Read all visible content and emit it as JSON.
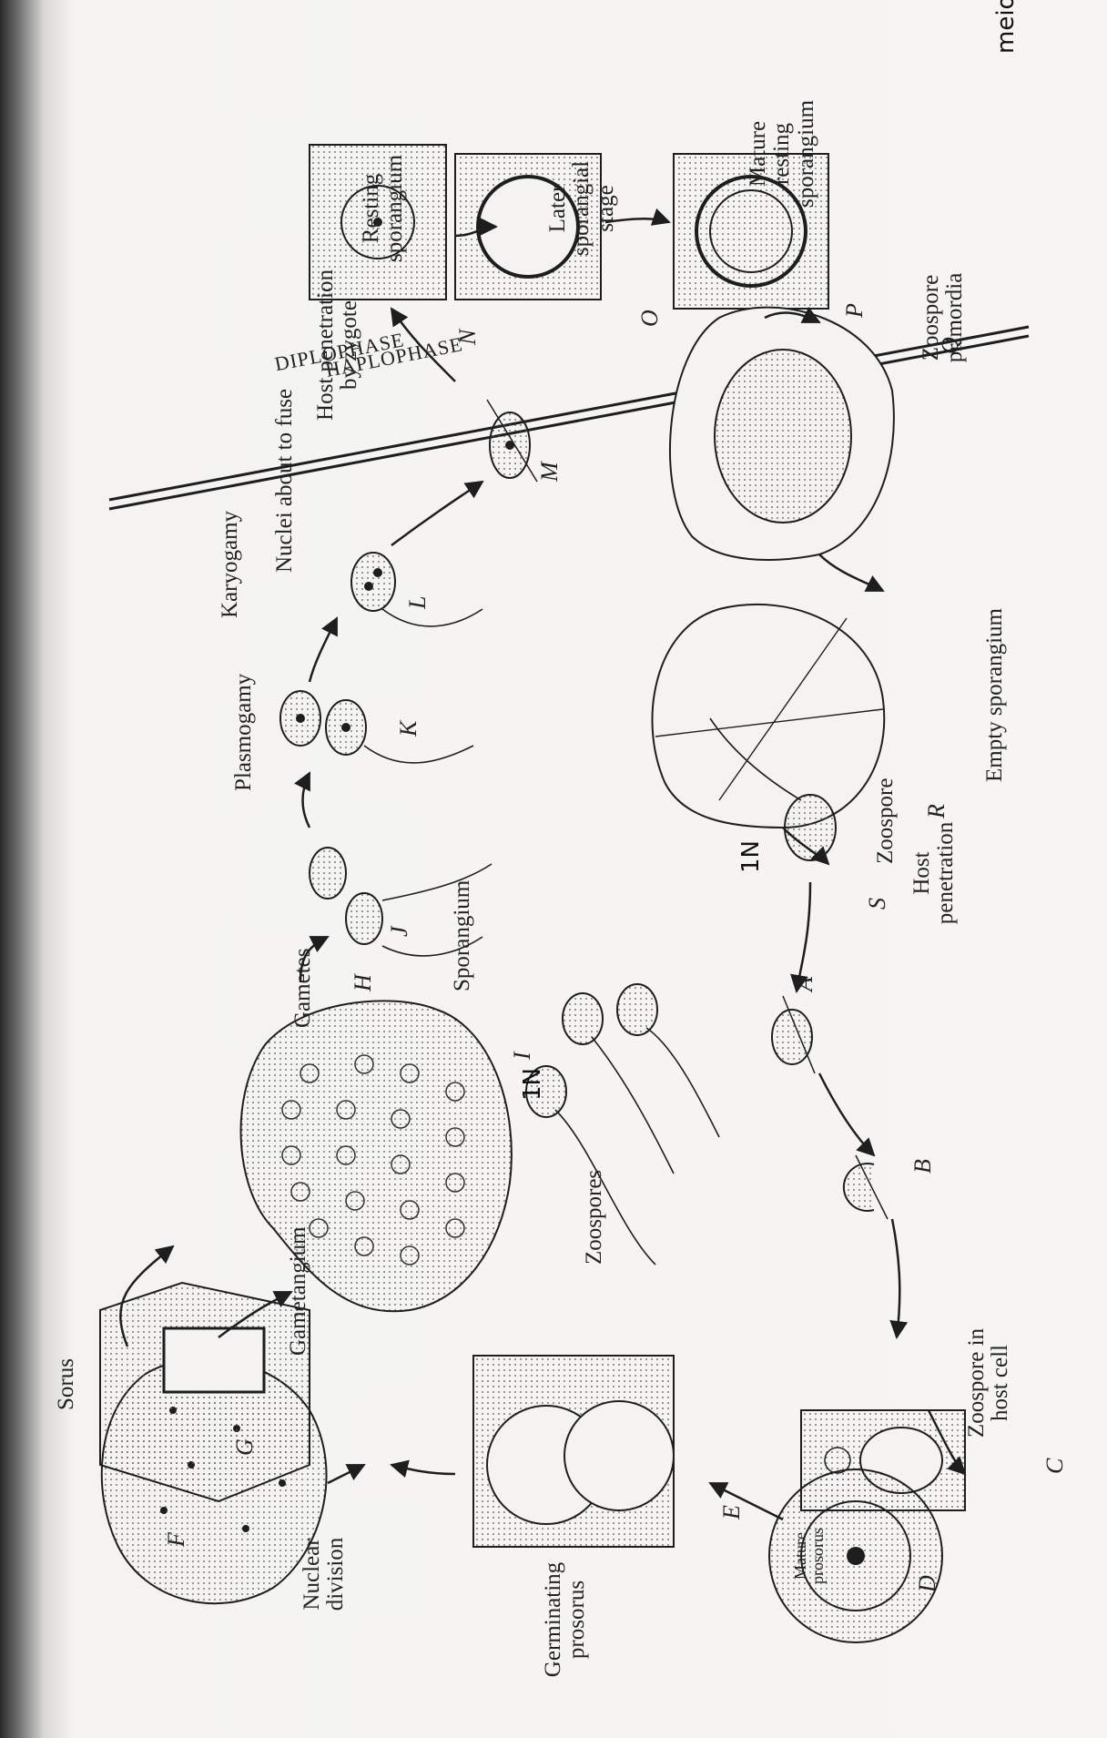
{
  "labels": {
    "sorus": "Sorus",
    "gametangium": "Gametangium",
    "gametes": "Gametes",
    "plasmogamy": "Plasmogamy",
    "karyogamy": "Karyogamy",
    "nuclei_about_to_fuse": "Nuclei about to fuse",
    "host_penetration_by_zygote": "Host penetration by zygote",
    "resting_sporangium": "Resting sporangium",
    "later_sporangial_stage": "Later sporangial stage",
    "mature_resting_sporangium": "Mature resting sporangium",
    "zoospore_primordia": "Zoospore primordia",
    "empty_sporangium": "Empty sporangium",
    "zoospore": "Zoospore",
    "host_penetration": "Host penetration",
    "sporangium": "Sporangium",
    "zoospores": "Zoospores",
    "zoospore_in_host_cell": "Zoospore in host cell",
    "mature_prosorus": "Mature prosorus",
    "germinating_prosorus": "Germinating prosorus",
    "nuclear_division": "Nuclear division"
  },
  "phases": {
    "diplophase": "DIPLOPHASE",
    "haplophase": "HAPLOPHASE"
  },
  "letters": [
    "A",
    "B",
    "C",
    "D",
    "E",
    "F",
    "G",
    "H",
    "I",
    "J",
    "K",
    "L",
    "M",
    "N",
    "O",
    "P",
    "Q",
    "R",
    "S"
  ],
  "handwritten": {
    "meiosis": "meio",
    "one_n_a": "1N",
    "one_n_b": "1N"
  },
  "colors": {
    "ink": "#1e1e1e",
    "paper": "#f4f3f1",
    "pencil": "#7a7a7a"
  }
}
